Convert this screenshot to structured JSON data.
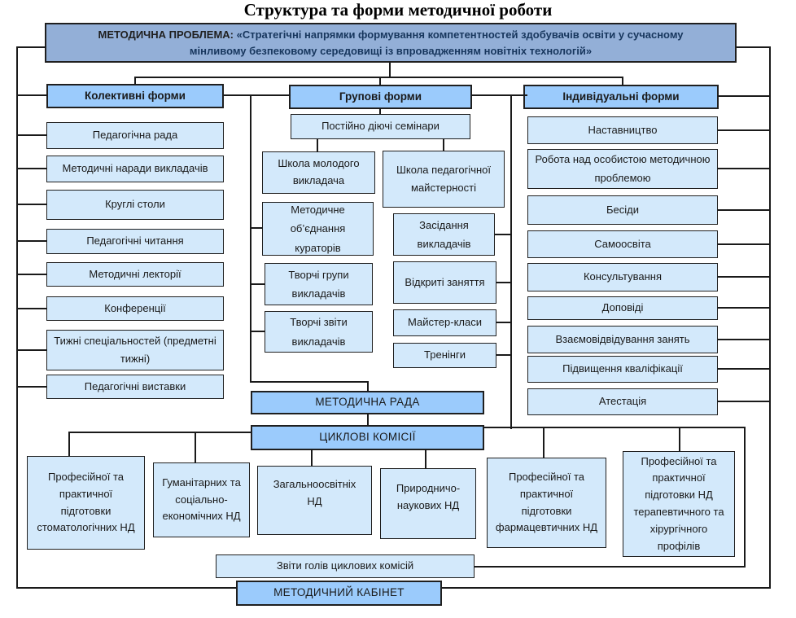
{
  "title": "Структура та форми методичної роботи",
  "problem": {
    "label": "МЕТОДИЧНА ПРОБЛЕМА:",
    "text": "«Стратегічні напрямки формування компетентностей здобувачів освіти у сучасному мінливому безпековому середовищі із впровадженням новітніх технологій»"
  },
  "collective": {
    "header": "Колективні форми",
    "items": [
      "Педагогічна рада",
      "Методичні наради викладачів",
      "Круглі столи",
      "Педагогічні читання",
      "Методичні лекторії",
      "Конференції",
      "Тижні спеціальностей (предметні тижні)",
      "Педагогічні виставки"
    ]
  },
  "group": {
    "header": "Групові форми",
    "seminars": "Постійно діючі семінари",
    "left_items": [
      "Школа молодого викладача",
      "Методичне об’єднання кураторів",
      "Творчі групи викладачів",
      "Творчі звіти викладачів"
    ],
    "right_items": [
      "Школа педагогічної майстерності",
      "Засідання викладачів",
      "Відкриті заняття",
      "Майстер-класи",
      "Тренінги"
    ]
  },
  "individual": {
    "header": "Індивідуальні форми",
    "items": [
      "Наставництво",
      "Робота над особистою методичною проблемою",
      "Бесіди",
      "Самоосвіта",
      "Консультування",
      "Доповіді",
      "Взаємовідвідування занять",
      "Підвищення кваліфікації",
      "Атестація"
    ]
  },
  "council": "МЕТОДИЧНА РАДА",
  "commissions": {
    "header": "ЦИКЛОВІ КОМІСІЇ",
    "items": [
      "Професійної та практичної підготовки стоматологічних НД",
      "Гуманітарних та соціально-економічних НД",
      "Загальноосвітніх НД",
      "Природничо-наукових НД",
      "Професійної та практичної підготовки фармацевтичних НД",
      "Професійної та практичної підготовки НД терапевтичного та хірургічного профілів"
    ]
  },
  "reports": "Звіти голів циклових комісій",
  "office": "МЕТОДИЧНИЙ КАБІНЕТ",
  "colors": {
    "problem_fill": "#93AFD7",
    "header_fill": "#9BCBFC",
    "item_fill": "#D3E9FB",
    "line": "#1a1a1a"
  }
}
